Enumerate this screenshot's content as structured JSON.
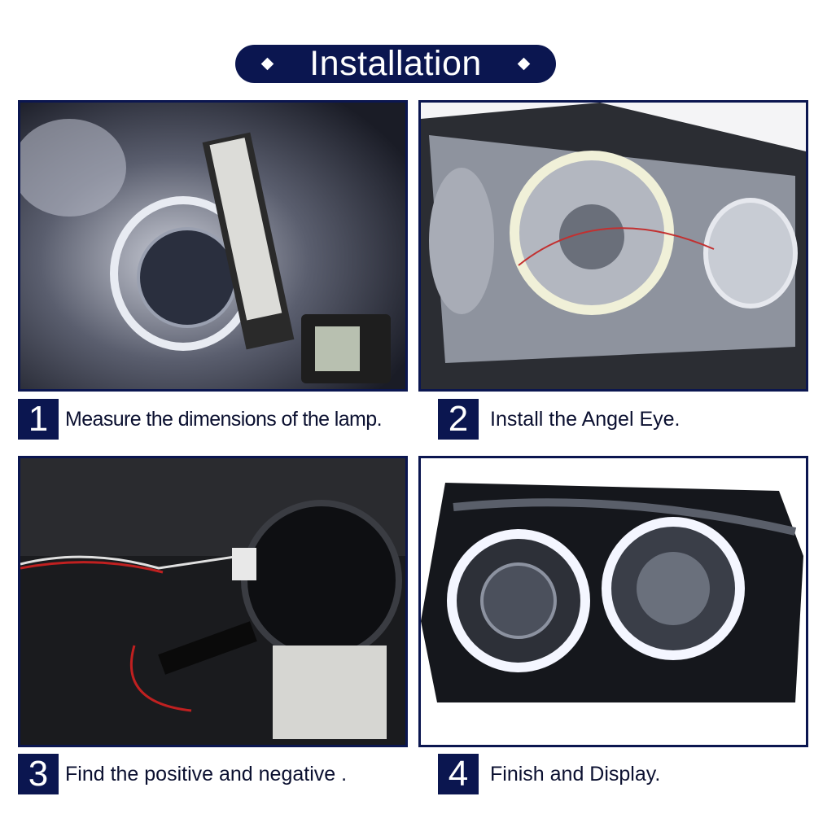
{
  "header": {
    "title": "Installation",
    "decor_icon": "diamond"
  },
  "colors": {
    "navy": "#0b1650"
  },
  "steps": [
    {
      "number": "1",
      "text": "Measure the dimensions of the lamp."
    },
    {
      "number": "2",
      "text": "Install the Angel Eye."
    },
    {
      "number": "3",
      "text": "Find the positive and negative ."
    },
    {
      "number": "4",
      "text": "Finish and Display."
    }
  ]
}
